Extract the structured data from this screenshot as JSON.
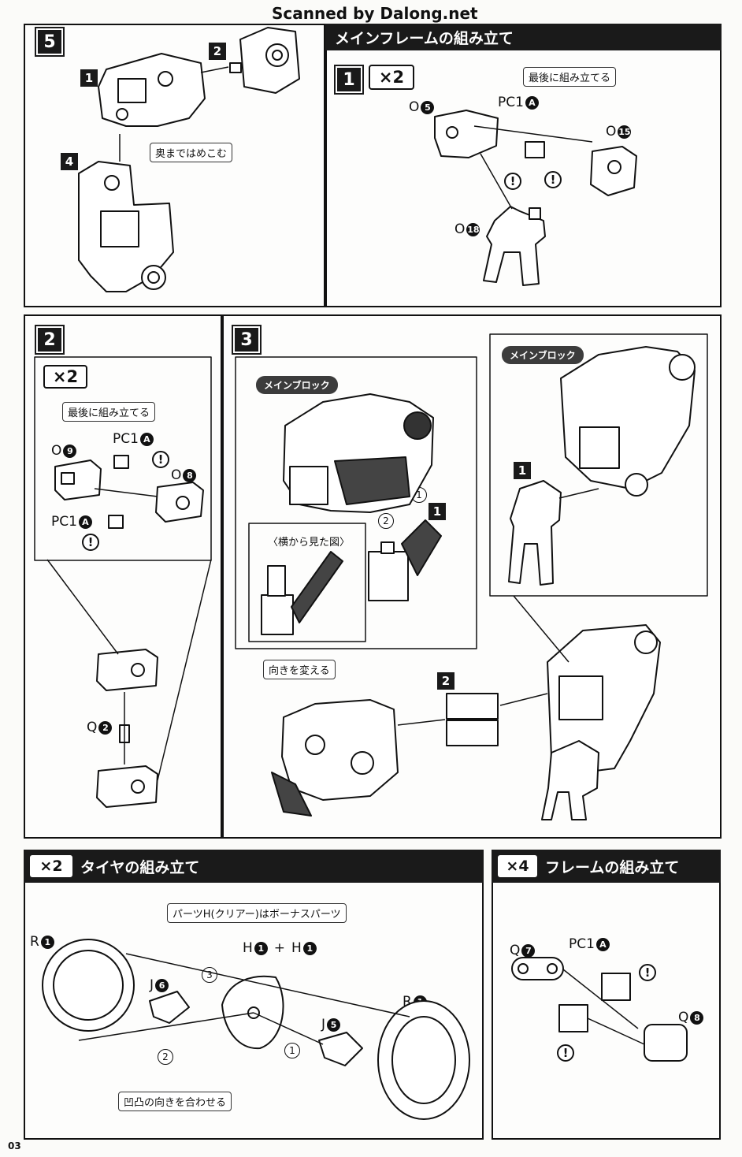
{
  "watermark": "Scanned by Dalong.net",
  "page_number": "03",
  "section_main_frame": {
    "title": "メインフレームの組み立て",
    "step1": {
      "number": "1",
      "multiplier": "×2",
      "note": "最後に組み立てる",
      "parts": [
        {
          "letter": "O",
          "num": "5"
        },
        {
          "letter": "PC1",
          "num": "A"
        },
        {
          "letter": "O",
          "num": "15"
        },
        {
          "letter": "O",
          "num": "18"
        }
      ]
    }
  },
  "step5": {
    "number": "5",
    "sub1": "1",
    "sub2": "2",
    "sub4": "4",
    "note": "奥まではめこむ"
  },
  "step2": {
    "number": "2",
    "multiplier": "×2",
    "note": "最後に組み立てる",
    "parts": [
      {
        "letter": "O",
        "num": "9"
      },
      {
        "letter": "PC1",
        "num": "A"
      },
      {
        "letter": "O",
        "num": "8"
      },
      {
        "letter": "PC1",
        "num": "A"
      },
      {
        "letter": "Q",
        "num": "2"
      }
    ]
  },
  "step3": {
    "number": "3",
    "main_block_label_1": "メインブロック",
    "main_block_label_2": "メインブロック",
    "side_view": "〈横から見た図〉",
    "change_direction": "向きを変える",
    "sub1a": "1",
    "sub1b": "1",
    "sub2": "2",
    "order1": "1",
    "order2": "2"
  },
  "tire": {
    "multiplier": "×2",
    "title": "タイヤの組み立て",
    "bonus_note": "パーツH(クリアー)はボーナスパーツ",
    "h_parts": [
      {
        "letter": "H",
        "num": "1"
      },
      {
        "letter": "H",
        "num": "1"
      }
    ],
    "plus": "+",
    "align_note": "凹凸の向きを合わせる",
    "parts": [
      {
        "letter": "R",
        "num": "1"
      },
      {
        "letter": "J",
        "num": "6"
      },
      {
        "letter": "J",
        "num": "5"
      },
      {
        "letter": "R",
        "num": "1"
      }
    ],
    "order": [
      "1",
      "2",
      "3"
    ]
  },
  "frame": {
    "multiplier": "×4",
    "title": "フレームの組み立て",
    "parts": [
      {
        "letter": "Q",
        "num": "7"
      },
      {
        "letter": "PC1",
        "num": "A"
      },
      {
        "letter": "Q",
        "num": "8"
      }
    ]
  },
  "warning_symbol": "!"
}
